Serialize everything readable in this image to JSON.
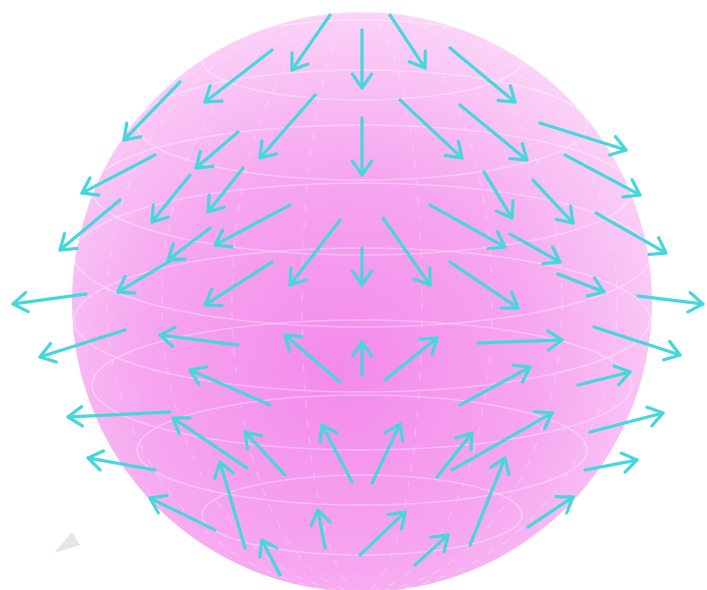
{
  "figure": {
    "kind": "vector field on a sphere",
    "sphere_color": "#F6A6F0",
    "sphere_highlight": "#FBD3F7",
    "grid_color": "#FFFFFF",
    "arrow_color": "#46D7DC"
  },
  "arrows": [
    [
      330,
      15,
      292,
      70
    ],
    [
      362,
      30,
      362,
      88
    ],
    [
      390,
      15,
      425,
      68
    ],
    [
      450,
      48,
      515,
      102
    ],
    [
      272,
      50,
      205,
      102
    ],
    [
      180,
      82,
      124,
      140
    ],
    [
      315,
      95,
      260,
      158
    ],
    [
      362,
      118,
      362,
      175
    ],
    [
      400,
      100,
      462,
      158
    ],
    [
      460,
      105,
      527,
      160
    ],
    [
      540,
      123,
      626,
      150
    ],
    [
      155,
      155,
      82,
      193
    ],
    [
      238,
      132,
      196,
      168
    ],
    [
      243,
      168,
      208,
      212
    ],
    [
      190,
      175,
      152,
      222
    ],
    [
      290,
      205,
      215,
      245
    ],
    [
      340,
      220,
      290,
      285
    ],
    [
      362,
      248,
      362,
      285
    ],
    [
      383,
      218,
      430,
      285
    ],
    [
      430,
      205,
      505,
      247
    ],
    [
      484,
      172,
      512,
      218
    ],
    [
      533,
      180,
      573,
      223
    ],
    [
      565,
      155,
      640,
      195
    ],
    [
      120,
      200,
      60,
      250
    ],
    [
      210,
      228,
      168,
      260
    ],
    [
      175,
      258,
      118,
      292
    ],
    [
      272,
      262,
      205,
      305
    ],
    [
      450,
      262,
      518,
      308
    ],
    [
      510,
      234,
      560,
      262
    ],
    [
      596,
      213,
      666,
      253
    ],
    [
      86,
      294,
      13,
      304
    ],
    [
      558,
      274,
      604,
      292
    ],
    [
      638,
      296,
      703,
      304
    ],
    [
      125,
      330,
      40,
      357
    ],
    [
      238,
      345,
      160,
      335
    ],
    [
      270,
      405,
      190,
      370
    ],
    [
      340,
      382,
      285,
      335
    ],
    [
      362,
      375,
      362,
      342
    ],
    [
      385,
      380,
      437,
      338
    ],
    [
      478,
      343,
      562,
      340
    ],
    [
      594,
      327,
      680,
      355
    ],
    [
      578,
      385,
      630,
      372
    ],
    [
      460,
      405,
      530,
      367
    ],
    [
      170,
      412,
      68,
      417
    ],
    [
      247,
      468,
      173,
      418
    ],
    [
      285,
      475,
      245,
      432
    ],
    [
      352,
      482,
      322,
      425
    ],
    [
      372,
      483,
      400,
      424
    ],
    [
      437,
      477,
      472,
      433
    ],
    [
      452,
      470,
      552,
      413
    ],
    [
      590,
      432,
      663,
      413
    ],
    [
      155,
      470,
      88,
      458
    ],
    [
      245,
      548,
      220,
      462
    ],
    [
      325,
      548,
      318,
      510
    ],
    [
      360,
      555,
      405,
      512
    ],
    [
      470,
      545,
      505,
      458
    ],
    [
      215,
      530,
      150,
      498
    ],
    [
      280,
      575,
      262,
      540
    ],
    [
      415,
      565,
      448,
      535
    ],
    [
      528,
      527,
      573,
      497
    ],
    [
      585,
      470,
      637,
      460
    ]
  ]
}
